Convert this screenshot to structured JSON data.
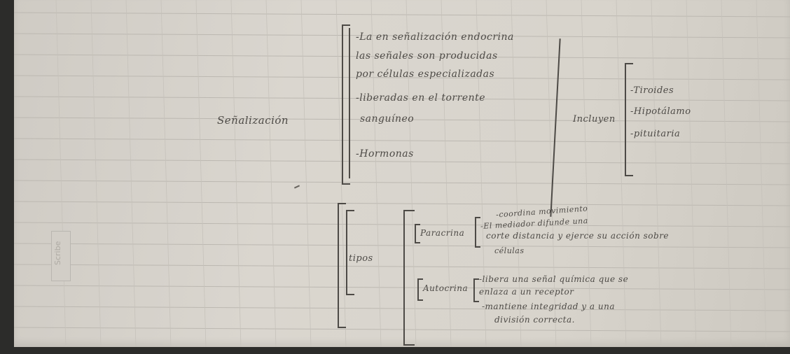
{
  "photo": {
    "description_kind": "handwritten notebook page (concept map)",
    "paper_color": "#d8d4cd",
    "ink_color": "#4d4a46"
  },
  "notes": {
    "root": "Señalización",
    "block1": [
      "-La en señalización endocrina",
      "las señales son producidas",
      "por células especializadas",
      "-liberadas en el torrente",
      "sanguíneo",
      "-Hormonas"
    ],
    "incluyen_label": "Incluyen",
    "incluyen_items": [
      "-Tiroides",
      "-Hipotálamo",
      "-pituitaria"
    ],
    "tipos_label": "tipos",
    "paracrina_label": "Paracrina",
    "paracrina_lines": [
      "-coordina movimiento",
      "-El mediador difunde una",
      "corte distancia y ejerce su acción sobre",
      "células"
    ],
    "autocrina_label": "Autocrina",
    "autocrina_lines": [
      "-libera una señal química que se",
      "enlaza a un receptor",
      "-mantiene integridad y a una",
      "división correcta."
    ],
    "stamp_text": "Scribe"
  }
}
